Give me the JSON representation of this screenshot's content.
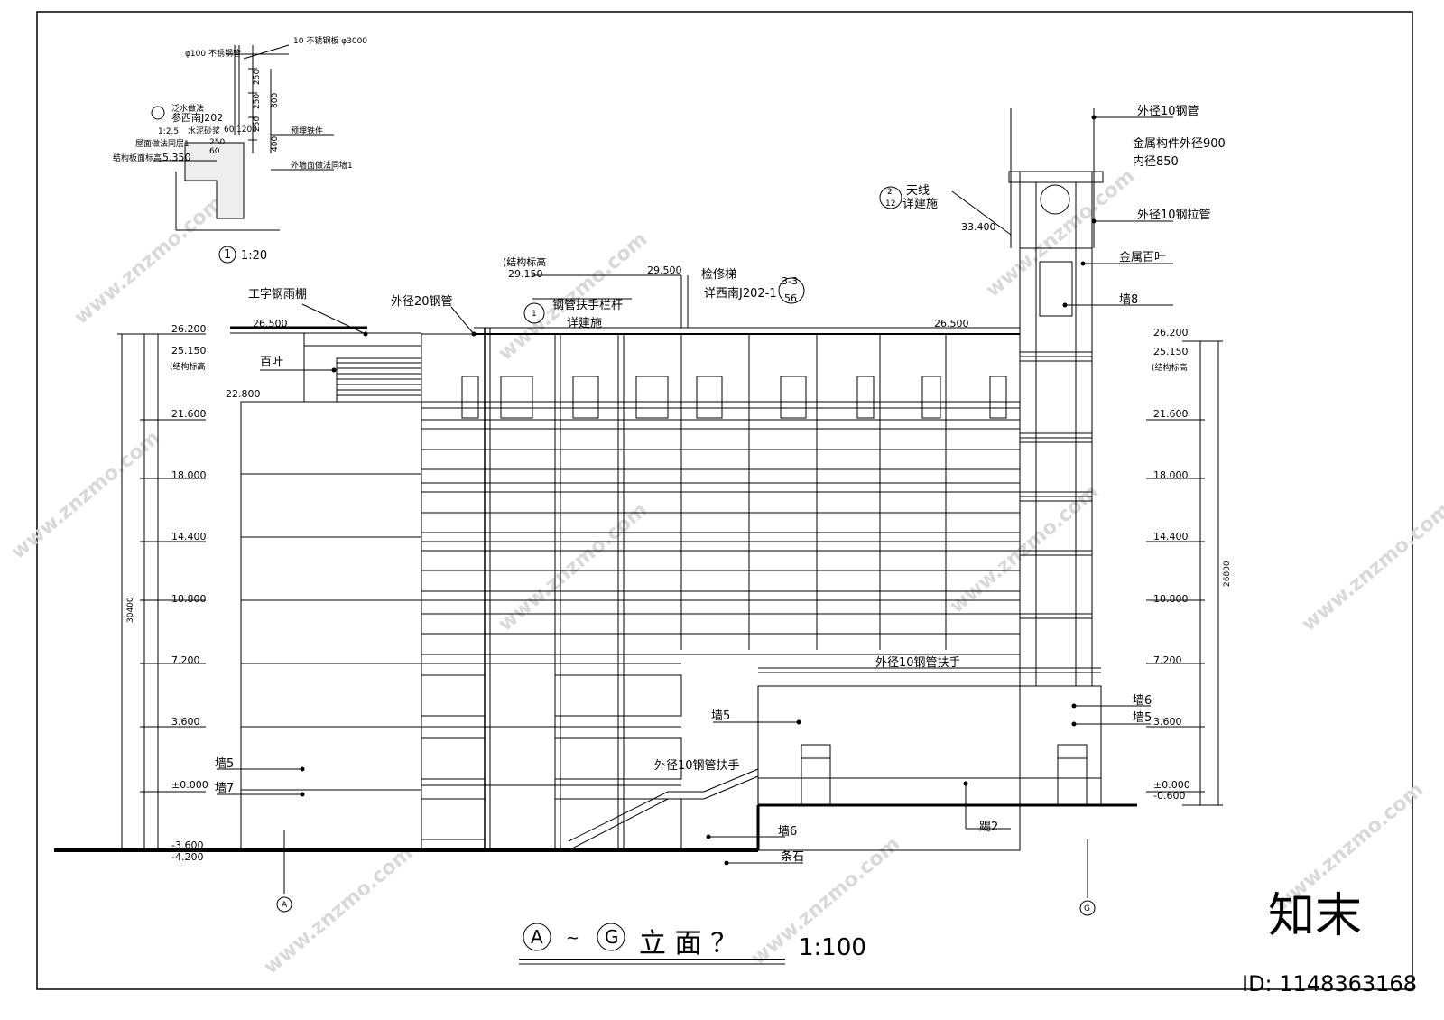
{
  "drawing": {
    "title_axis_start": "A",
    "title_axis_end": "G",
    "title_text": "立 面 ？",
    "title_scale": "1:100",
    "axis_left": "A",
    "axis_right": "G"
  },
  "detail": {
    "ref_number": "1",
    "scale": "1:20",
    "labels": {
      "pipe": "φ100 不锈钢管",
      "plate": "10 不锈钢板 φ3000",
      "waterproof": "泛水做法",
      "ref": "参西南J202",
      "mortar": "水泥砂浆",
      "roof": "屋面做法同层1",
      "elev_label": "结构板面标高",
      "elev": "5.350",
      "embed": "预埋铁件",
      "wall": "外墙面做法同墙1",
      "mortar_ratio": "1:2.5"
    },
    "dims": [
      "250",
      "250",
      "250",
      "800",
      "400",
      "60",
      "1200",
      "250",
      "60"
    ]
  },
  "labels": {
    "canopy": "工字钢雨棚",
    "louver": "百叶",
    "pipe20": "外径20钢管",
    "struct_elev": "(结构标高",
    "elev_29150": "29.150",
    "elev_29500": "29.500",
    "ladder": "检修梯",
    "ladder_ref": "详西南J202-1",
    "ladder_tag_top": "3-3",
    "ladder_tag_bottom": "56",
    "railing": "钢管扶手栏杆",
    "railing_detail": "详建施",
    "railing_tag": "1",
    "antenna": "天线",
    "antenna_detail": "详建施",
    "antenna_tag_top": "2",
    "antenna_tag_bottom": "12",
    "elev_33400": "33.400",
    "pipe10": "外径10钢管",
    "metal_outer": "金属构件外径900",
    "metal_inner": "内径850",
    "pipe10_tie": "外径10钢拉管",
    "metal_louver": "金属百叶",
    "wall8": "墙8",
    "pipe10_hand": "外径10钢管扶手",
    "pipe10_hand2": "外径10钢管扶手",
    "wall5_mid": "墙5",
    "wall5_left": "墙5",
    "wall7_left": "墙7",
    "wall6_bottom": "墙6",
    "strip_stone": "条石",
    "step2": "踢2",
    "wall6_right": "墙6",
    "wall5_right": "墙5",
    "elev_26500_l": "26.500",
    "elev_26500_r": "26.500",
    "elev_22800": "22.800"
  },
  "left_elevations": [
    "26.200",
    "25.150",
    "(结构标高",
    "21.600",
    "18.000",
    "14.400",
    "10.800",
    "7.200",
    "3.600",
    "±0.000",
    "-3.600",
    "-4.200"
  ],
  "right_elevations": [
    "26.200",
    "25.150",
    "(结构标高",
    "21.600",
    "18.000",
    "14.400",
    "10.800",
    "7.200",
    "3.600",
    "±0.000",
    "-0.600"
  ],
  "left_total": "30400",
  "right_total": "26800",
  "watermark": {
    "brand": "知末",
    "id": "ID: 1148363168",
    "site": "www.znzmo.com"
  }
}
